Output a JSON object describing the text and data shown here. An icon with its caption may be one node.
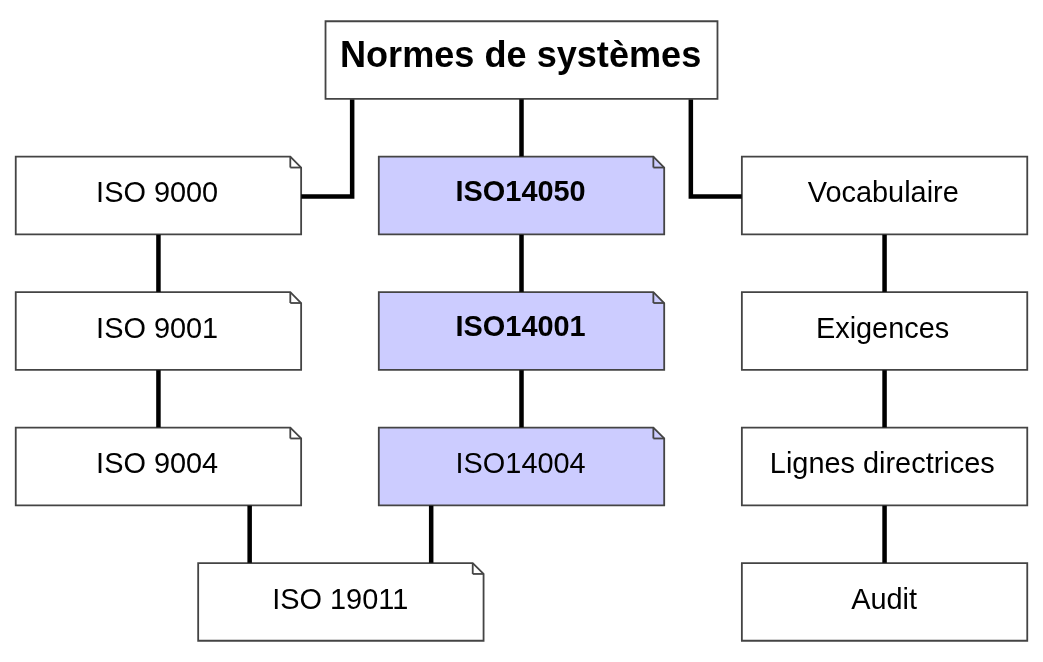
{
  "diagram": {
    "nodes": [
      {
        "text": [
          "Normes de systèmes"
        ]
      },
      {
        "text": [
          "ISO 9000"
        ]
      },
      {
        "text": [
          "ISO14050"
        ]
      },
      {
        "text": [
          "Vocabulaire"
        ]
      },
      {
        "text": [
          "ISO 9001"
        ]
      },
      {
        "text": [
          "ISO14001"
        ]
      },
      {
        "text": [
          "Exigences"
        ]
      },
      {
        "text": [
          "ISO 9004"
        ]
      },
      {
        "text": [
          "ISO14004"
        ]
      },
      {
        "text": [
          "Lignes directrices"
        ]
      },
      {
        "text": [
          "ISO 19011"
        ]
      },
      {
        "text": [
          "Audit"
        ]
      }
    ],
    "edges": [
      {
        "from": 0,
        "to": 1,
        "arrow": "none"
      },
      {
        "from": 0,
        "to": 2,
        "arrow": "none"
      },
      {
        "from": 0,
        "to": 3,
        "arrow": "none"
      },
      {
        "from": 1,
        "to": 4,
        "arrow": "none"
      },
      {
        "from": 4,
        "to": 7,
        "arrow": "none"
      },
      {
        "from": 2,
        "to": 5,
        "arrow": "none"
      },
      {
        "from": 5,
        "to": 8,
        "arrow": "none"
      },
      {
        "from": 3,
        "to": 6,
        "arrow": "none"
      },
      {
        "from": 6,
        "to": 9,
        "arrow": "none"
      },
      {
        "from": 9,
        "to": 11,
        "arrow": "none"
      },
      {
        "from": 7,
        "to": 10,
        "arrow": "none"
      },
      {
        "from": 8,
        "to": 10,
        "arrow": "none"
      }
    ]
  }
}
